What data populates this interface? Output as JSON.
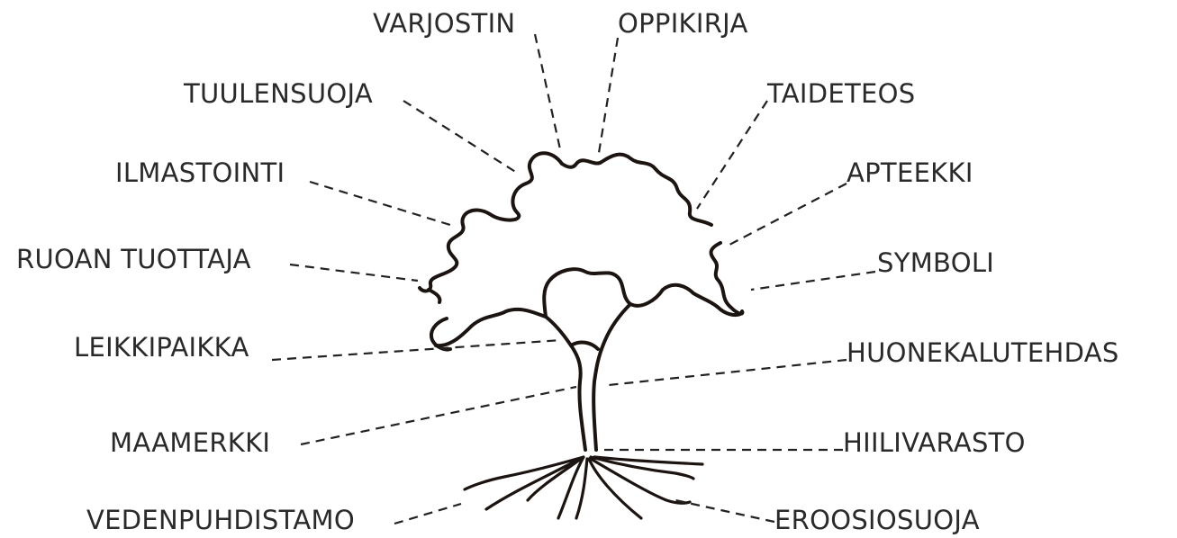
{
  "labels": {
    "varjostin": "VARJOSTIN",
    "oppikirja": "OPPIKIRJA",
    "tuulensuoja": "TUULENSUOJA",
    "taideteos": "TAIDETEOS",
    "ilmastointi": "ILMASTOINTI",
    "apteekki": "APTEEKKI",
    "ruoan_tuottaja": "RUOAN TUOTTAJA",
    "symboli": "SYMBOLI",
    "leikkipaikka": "LEIKKIPAIKKA",
    "huonekalutehdas": "HUONEKALUTEHDAS",
    "maamerkki": "MAAMERKKI",
    "hiilivarasto": "HIILIVARASTO",
    "vedenpuhdistamo": "VEDENPUHDISTAMO",
    "eroosiosuoja": "EROOSIOSUOJA"
  }
}
